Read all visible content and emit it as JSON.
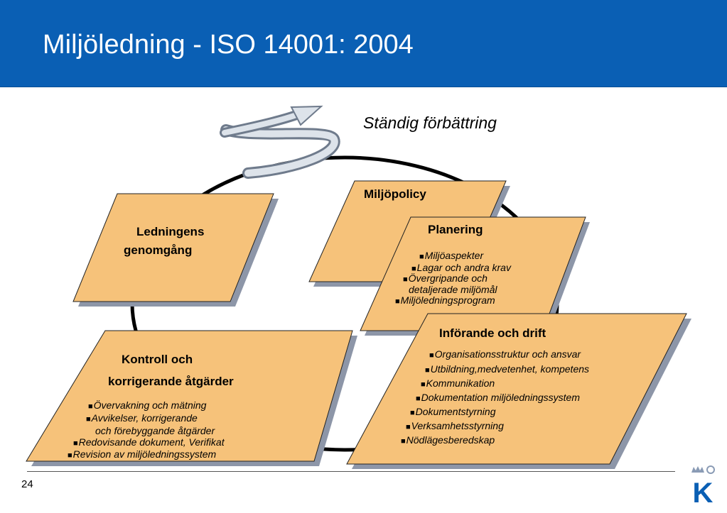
{
  "title": "Miljöledning - ISO 14001: 2004",
  "subtitle": "Ständig förbättring",
  "boxes": {
    "review": {
      "title_line1": "Ledningens",
      "title_line2": "genomgång"
    },
    "policy": {
      "title": "Miljöpolicy"
    },
    "planning": {
      "title": "Planering",
      "items": [
        "Miljöaspekter",
        "Lagar och andra krav",
        "Övergripande och",
        "detaljerade miljömål",
        "Miljöledningsprogram"
      ]
    },
    "implementation": {
      "title": "Införande och drift",
      "items": [
        "Organisationsstruktur och ansvar",
        "Utbildning,medvetenhet, kompetens",
        "Kommunikation",
        "Dokumentation miljöledningssystem",
        "Dokumentstyrning",
        "Verksamhetsstyrning",
        "Nödlägesberedskap"
      ]
    },
    "control": {
      "title_line1": "Kontroll och",
      "title_line2": "korrigerande åtgärder",
      "items": [
        "Övervakning och mätning",
        "Avvikelser, korrigerande",
        "och förebyggande åtgärder",
        "Redovisande dokument, Verifikat",
        "Revision av miljöledningssystem"
      ]
    }
  },
  "footer": {
    "page_number": "24",
    "logo_letter": "K"
  },
  "colors": {
    "header": "#0a5fb4",
    "box_fill": "#f6c27a",
    "shadow": "#8d96a8",
    "logo": "#0a5fb4"
  },
  "icons": [
    "cycle-arrow-icon",
    "crown-icon"
  ]
}
